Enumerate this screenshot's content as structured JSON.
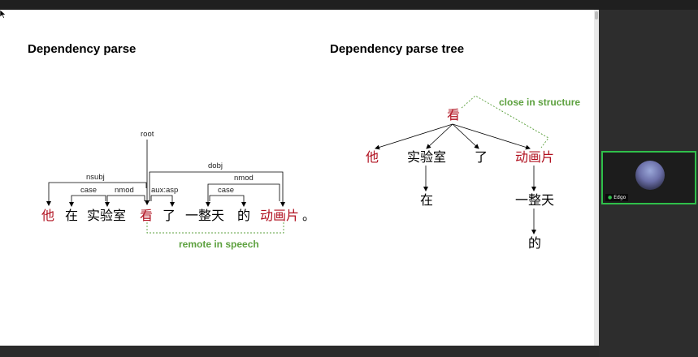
{
  "left": {
    "title": "Dependency parse",
    "words": [
      "他",
      "在",
      "实验室",
      "看",
      "了",
      "一整天",
      "的",
      "动画片",
      "。"
    ],
    "relations": [
      "root",
      "nsubj",
      "case",
      "nmod",
      "aux:asp",
      "dobj",
      "nmod",
      "case"
    ],
    "note": "remote in speech"
  },
  "right": {
    "title": "Dependency parse tree",
    "nodes": [
      "看",
      "他",
      "实验室",
      "了",
      "动画片",
      "在",
      "一整天",
      "的"
    ],
    "note": "close in structure"
  },
  "participant": {
    "name": "Edgo"
  },
  "colors": {
    "head": "#b0101f",
    "green_note": "#5da13f",
    "text": "#000000"
  },
  "toolbar_icons": [
    "left-arrow-icon",
    "pen-icon",
    "zoom-icon",
    "cc-icon",
    "camera-icon",
    "more-icon",
    "right-arrow-icon"
  ]
}
